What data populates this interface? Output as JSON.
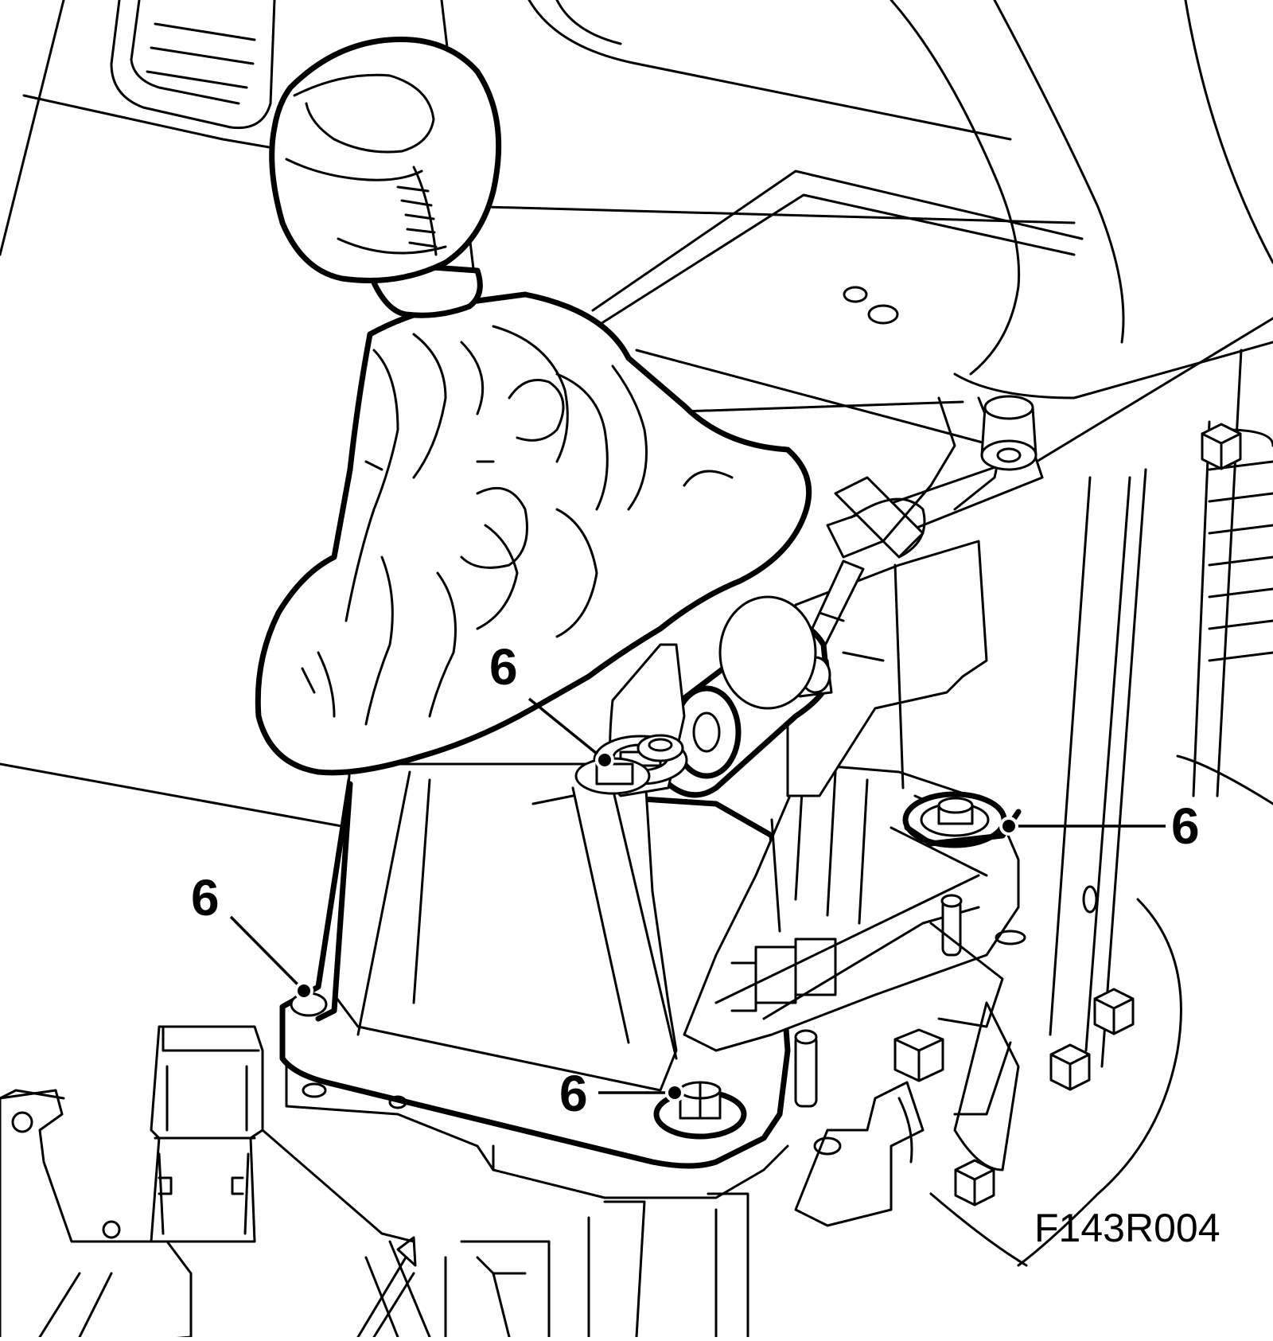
{
  "figure": {
    "code": "F143R004",
    "callouts": [
      {
        "id": "top-center",
        "label": "6"
      },
      {
        "id": "right",
        "label": "6"
      },
      {
        "id": "left",
        "label": "6"
      },
      {
        "id": "bottom-center",
        "label": "6"
      }
    ]
  }
}
